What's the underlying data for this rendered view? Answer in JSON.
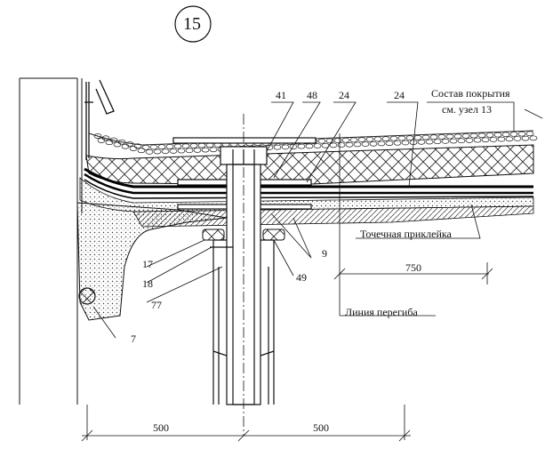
{
  "detail": {
    "node_number": "15"
  },
  "callouts": {
    "c41": "41",
    "c48": "48",
    "c24a": "24",
    "c24b": "24",
    "c9": "9",
    "c49": "49",
    "c17": "17",
    "c18": "18",
    "c77": "77",
    "c7": "7"
  },
  "notes": {
    "composition_line1": "Состав покрытия",
    "composition_line2": "см. узел 13",
    "spot_gluing": "Точечная приклейка",
    "fold_line": "Линия перегиба"
  },
  "dimensions": {
    "d750": "750",
    "d500_left": "500",
    "d500_right": "500"
  }
}
